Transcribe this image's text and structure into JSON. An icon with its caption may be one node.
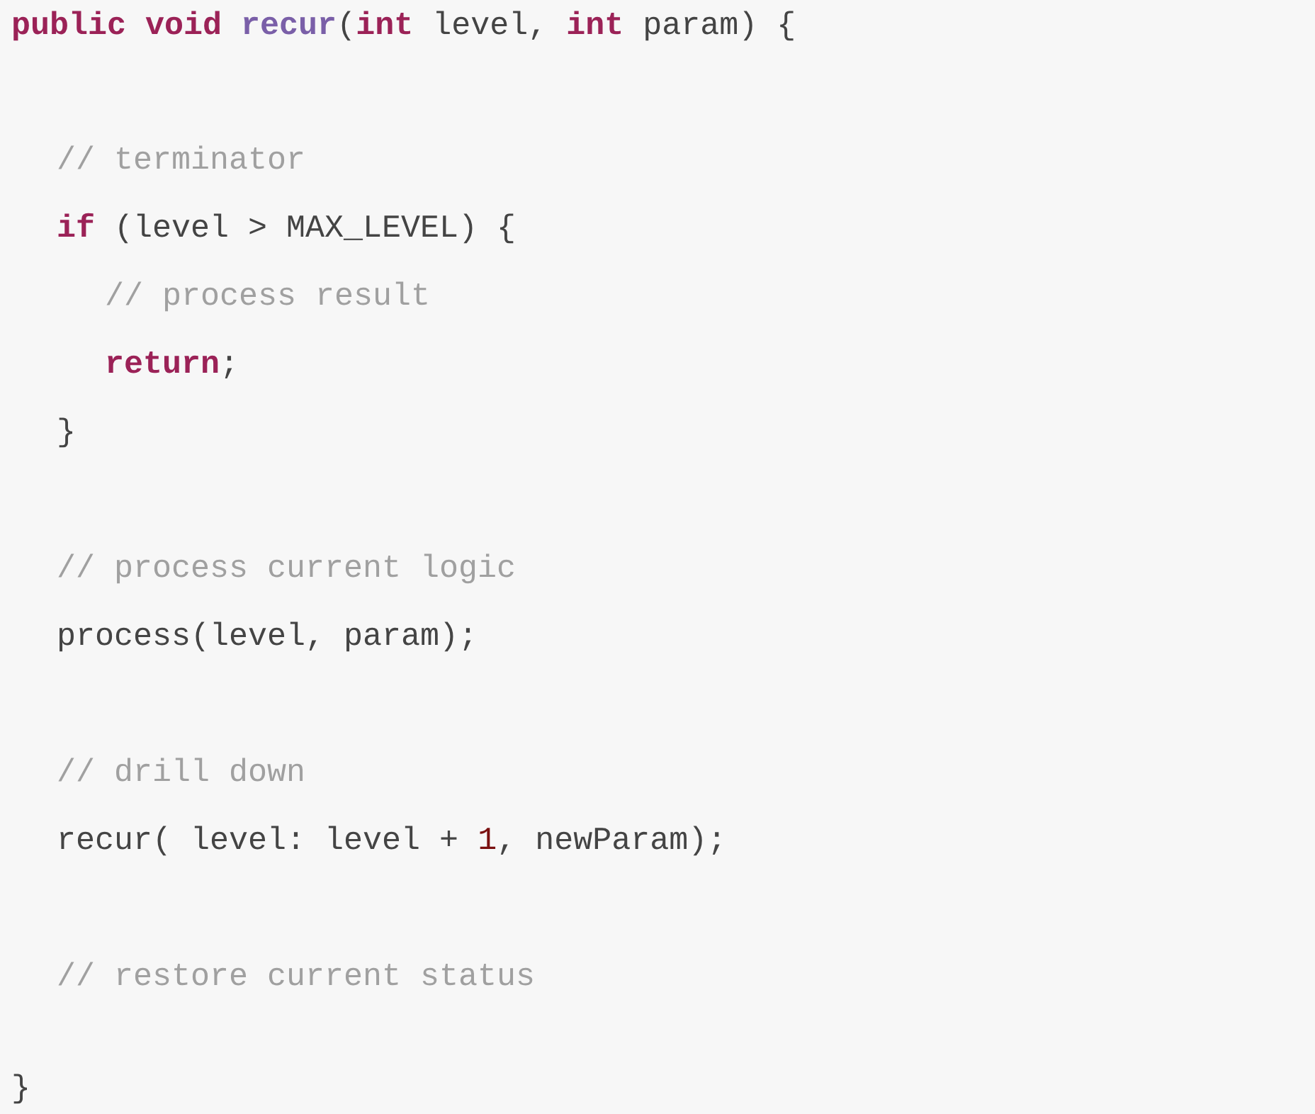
{
  "diagram": {
    "labels": [
      "public void recur(int level, int param) {",
      "// terminator",
      "if (level > MAX_LEVEL) {",
      "// process result",
      "return;",
      "}",
      "// process current logic",
      "process(level, param);",
      "// drill down",
      "recur( level: level + 1, newParam);",
      "// restore current status",
      "}"
    ]
  }
}
